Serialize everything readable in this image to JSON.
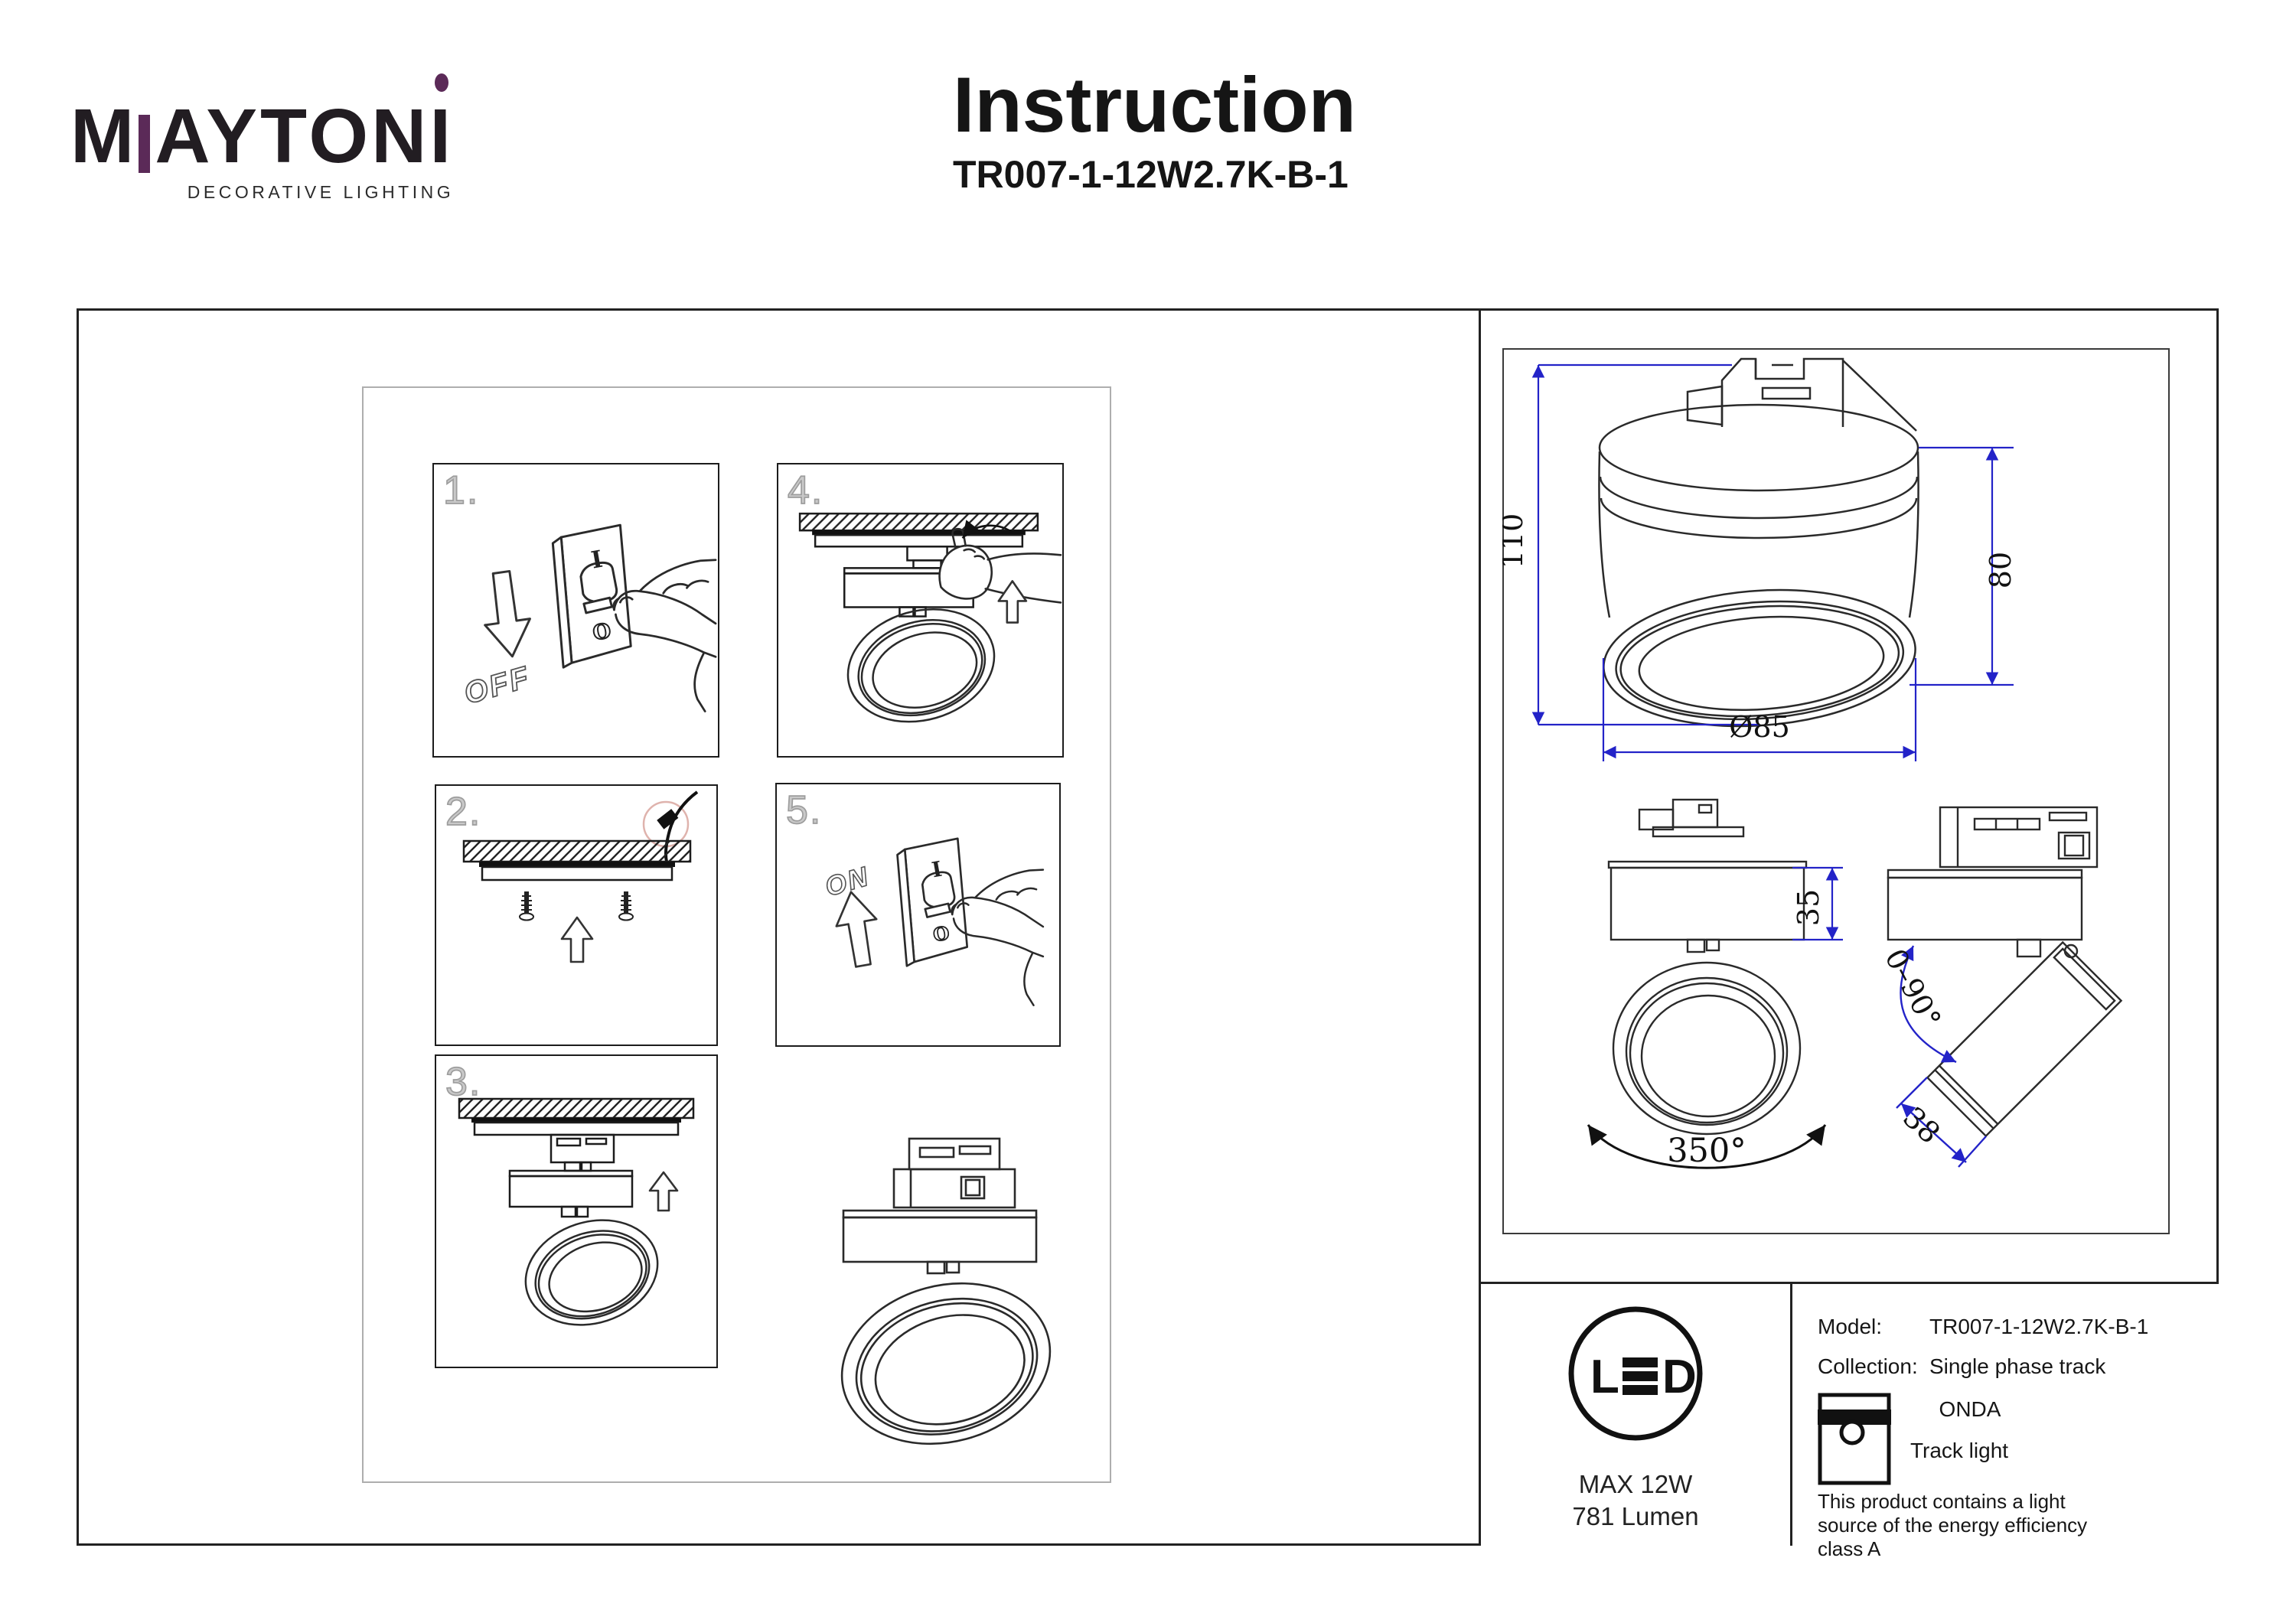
{
  "colors": {
    "accent_purple": "#5b2a58",
    "dimension_blue": "#2323c8",
    "highlight_pink": "#dfb3ad"
  },
  "brand": {
    "logo_first": "M",
    "logo_mid": "AYTON",
    "logo_last": "I",
    "tagline": "DECORATIVE LIGHTING"
  },
  "header": {
    "title": "Instruction",
    "model": "TR007-1-12W2.7K-B-1"
  },
  "steps": {
    "one": {
      "label": "1.",
      "switch_i": "I",
      "switch_o": "O",
      "state": "OFF"
    },
    "two": {
      "label": "2."
    },
    "three": {
      "label": "3."
    },
    "four": {
      "label": "4."
    },
    "five": {
      "label": "5.",
      "switch_i": "I",
      "switch_o": "O",
      "state": "ON"
    }
  },
  "dimensions": {
    "height": "110",
    "body_height": "80",
    "diameter": "Ø85",
    "track_box_height": "35",
    "rotation": "350°",
    "tilt_range": "0–90°",
    "head_depth": "38"
  },
  "led": {
    "l": "L",
    "d": "D",
    "max_power": "MAX 12W",
    "luminous_flux": "781 Lumen"
  },
  "info": {
    "model_label": "Model:",
    "model_value": "TR007-1-12W2.7K-B-1",
    "collection_label": "Collection:",
    "collection_value": "Single phase track",
    "series": "ONDA",
    "product_type": "Track light",
    "note": "This product contains a light source of the energy efficiency class A"
  }
}
